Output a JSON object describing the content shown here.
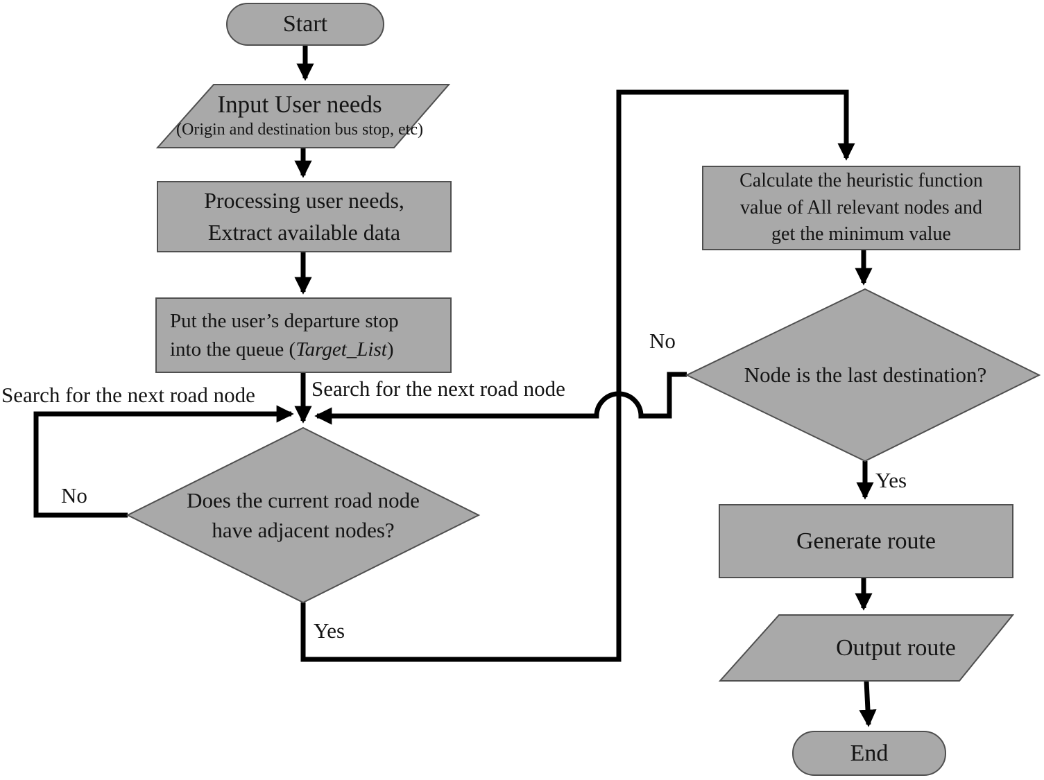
{
  "colors": {
    "background": "#ffffff",
    "shape_fill": "#a9a9a9",
    "shape_border": "#4f4f4f",
    "line": "#000000",
    "text": "#141414"
  },
  "nodes": {
    "start": {
      "label": "Start"
    },
    "input": {
      "line1": "Input User needs",
      "line2": "(Origin and destination bus stop, etc)"
    },
    "processing": {
      "line1": "Processing user needs,",
      "line2": "Extract available data"
    },
    "enqueue": {
      "line1": "Put the user’s departure stop",
      "line2_prefix": "into the queue (",
      "line2_var": "Target_List",
      "line2_suffix": ")"
    },
    "adjacent_decision": {
      "line1": "Does the current road node",
      "line2": "have adjacent nodes?"
    },
    "heuristic": {
      "line1": "Calculate the heuristic function",
      "line2": "value of All relevant nodes and",
      "line3": "get the minimum value"
    },
    "last_destination_decision": {
      "label": "Node is the last destination?"
    },
    "generate": {
      "label": "Generate route"
    },
    "output": {
      "label": "Output route"
    },
    "end": {
      "label": "End"
    }
  },
  "edge_labels": {
    "search_left": "Search for the next road node",
    "search_right": "Search for the next road node",
    "no_adjacent": "No",
    "yes_adjacent": "Yes",
    "no_last": "No",
    "yes_last": "Yes"
  }
}
